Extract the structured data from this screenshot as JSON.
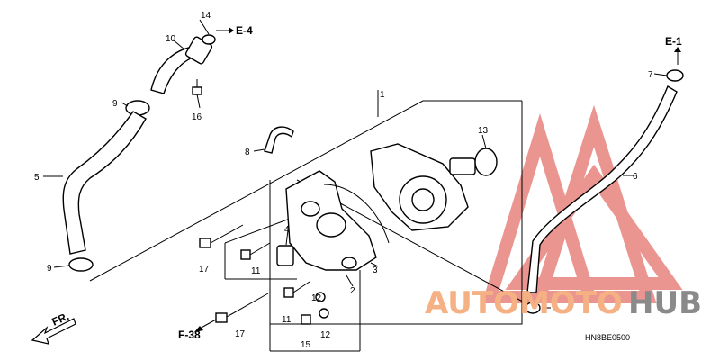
{
  "diagram": {
    "code": "HN8BE0500",
    "callouts": [
      "1",
      "2",
      "3",
      "4",
      "5",
      "6",
      "7",
      "7",
      "8",
      "9",
      "9",
      "10",
      "11",
      "11",
      "12",
      "12",
      "13",
      "14",
      "15",
      "16",
      "17",
      "17"
    ],
    "refs": {
      "e4": "E-4",
      "e1": "E-1",
      "f38": "F-38",
      "front": "FR."
    }
  },
  "watermark": {
    "text_a": "AUTOMOTO",
    "text_b": "HUB",
    "color_a": "#f5b183",
    "color_b": "#8a8a8a",
    "logo_color": "#e8837e"
  }
}
